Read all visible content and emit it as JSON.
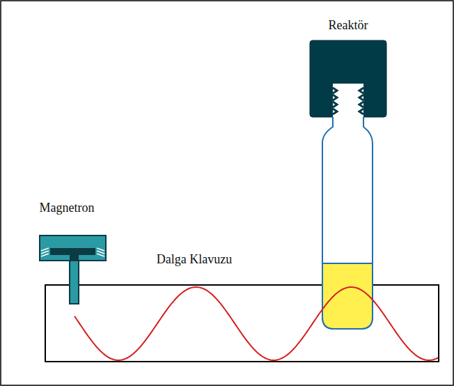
{
  "diagram": {
    "labels": [
      "Reaktör",
      "Magnetron",
      "Dalga Klavuzu"
    ]
  }
}
